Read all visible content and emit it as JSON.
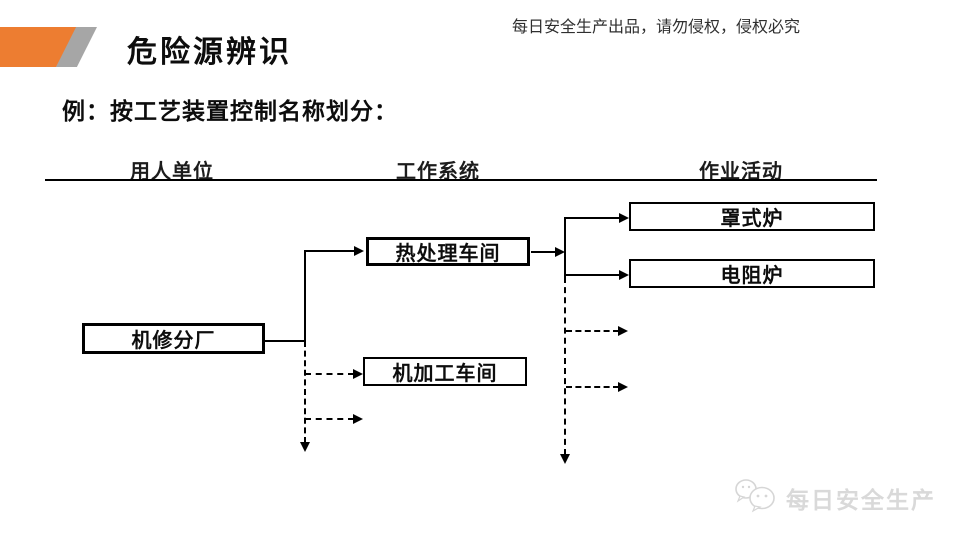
{
  "header": {
    "title": "危险源辨识",
    "notice": "每日安全生产出品，请勿侵权，侵权必究"
  },
  "subtitle": "例：按工艺装置控制名称划分：",
  "diagram": {
    "column_headers": [
      "用人单位",
      "工作系统",
      "作业活动"
    ],
    "nodes": [
      {
        "id": "employer",
        "label": "机修分厂",
        "column": "用人单位"
      },
      {
        "id": "heat-treatment-workshop",
        "label": "热处理车间",
        "column": "工作系统"
      },
      {
        "id": "machining-workshop",
        "label": "机加工车间",
        "column": "工作系统"
      },
      {
        "id": "bell-furnace",
        "label": "罩式炉",
        "column": "作业活动"
      },
      {
        "id": "resistance-furnace",
        "label": "电阻炉",
        "column": "作业活动"
      }
    ],
    "edges": [
      {
        "from": "机修分厂",
        "to": "热处理车间",
        "style": "solid"
      },
      {
        "from": "机修分厂",
        "to": "机加工车间",
        "style": "dashed"
      },
      {
        "from": "机修分厂",
        "to": "",
        "style": "dashed-stub"
      },
      {
        "from": "机修分厂",
        "to": "",
        "style": "dashed-stub-down"
      },
      {
        "from": "热处理车间",
        "to": "罩式炉",
        "style": "solid"
      },
      {
        "from": "热处理车间",
        "to": "电阻炉",
        "style": "solid"
      },
      {
        "from": "热处理车间",
        "to": "",
        "style": "dashed-stub"
      },
      {
        "from": "热处理车间",
        "to": "",
        "style": "dashed-stub"
      },
      {
        "from": "热处理车间",
        "to": "",
        "style": "dashed-stub-down"
      }
    ]
  },
  "footer": {
    "watermark": "每日安全生产",
    "icon": "wechat-icon"
  },
  "colors": {
    "accent_orange": "#ED7D31",
    "accent_gray": "#A6A6A6",
    "line": "#000000",
    "watermark_gray": "#D9D9D9"
  }
}
